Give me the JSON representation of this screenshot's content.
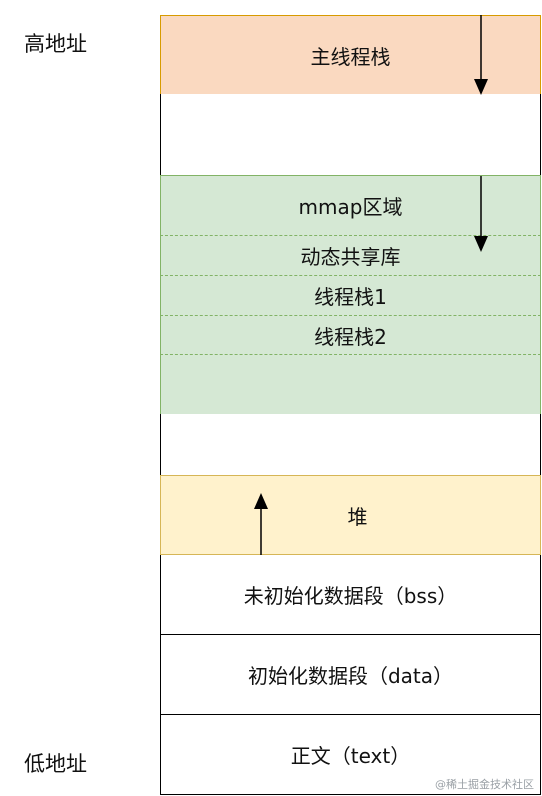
{
  "labels": {
    "high_address": "高地址",
    "low_address": "低地址"
  },
  "regions": {
    "main_stack": "主线程栈",
    "mmap": "mmap区域",
    "shared_libs": "动态共享库",
    "thread_stack_1": "线程栈1",
    "thread_stack_2": "线程栈2",
    "heap": "堆",
    "bss": "未初始化数据段（bss）",
    "data": "初始化数据段（data）",
    "text": "正文（text）"
  },
  "colors": {
    "main_stack_fill": "#fad9c0",
    "main_stack_border": "#d79b00",
    "mmap_fill": "#d5e8d4",
    "mmap_border": "#82b366",
    "heap_fill": "#fff2cc",
    "heap_border": "#d6b656",
    "plain_border": "#000000"
  },
  "watermark": "@稀土掘金技术社区"
}
